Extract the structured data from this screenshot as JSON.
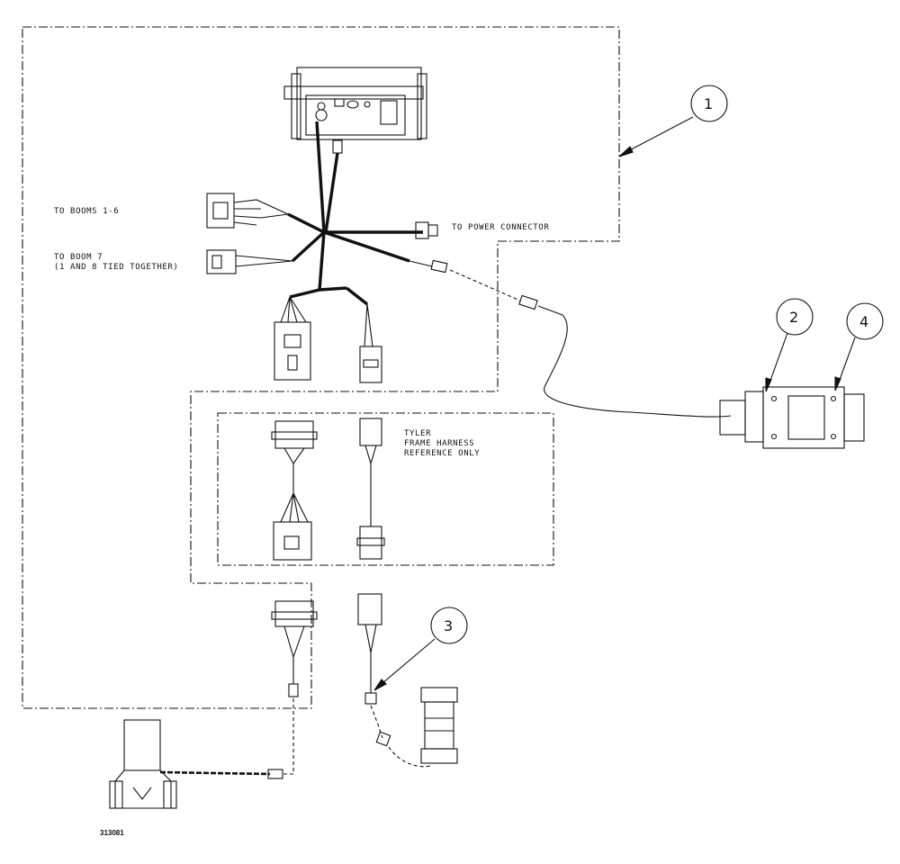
{
  "labels": {
    "booms_1_6": "TO BOOMS 1-6",
    "boom_7_line1": "TO BOOM 7",
    "boom_7_line2": "(1 AND 8 TIED TOGETHER)",
    "power": "TO POWER CONNECTOR",
    "tyler_line1": "TYLER",
    "tyler_line2": "FRAME HARNESS",
    "tyler_line3": "REFERENCE ONLY"
  },
  "callouts": [
    "1",
    "2",
    "3",
    "4"
  ],
  "figure_number": "313081"
}
